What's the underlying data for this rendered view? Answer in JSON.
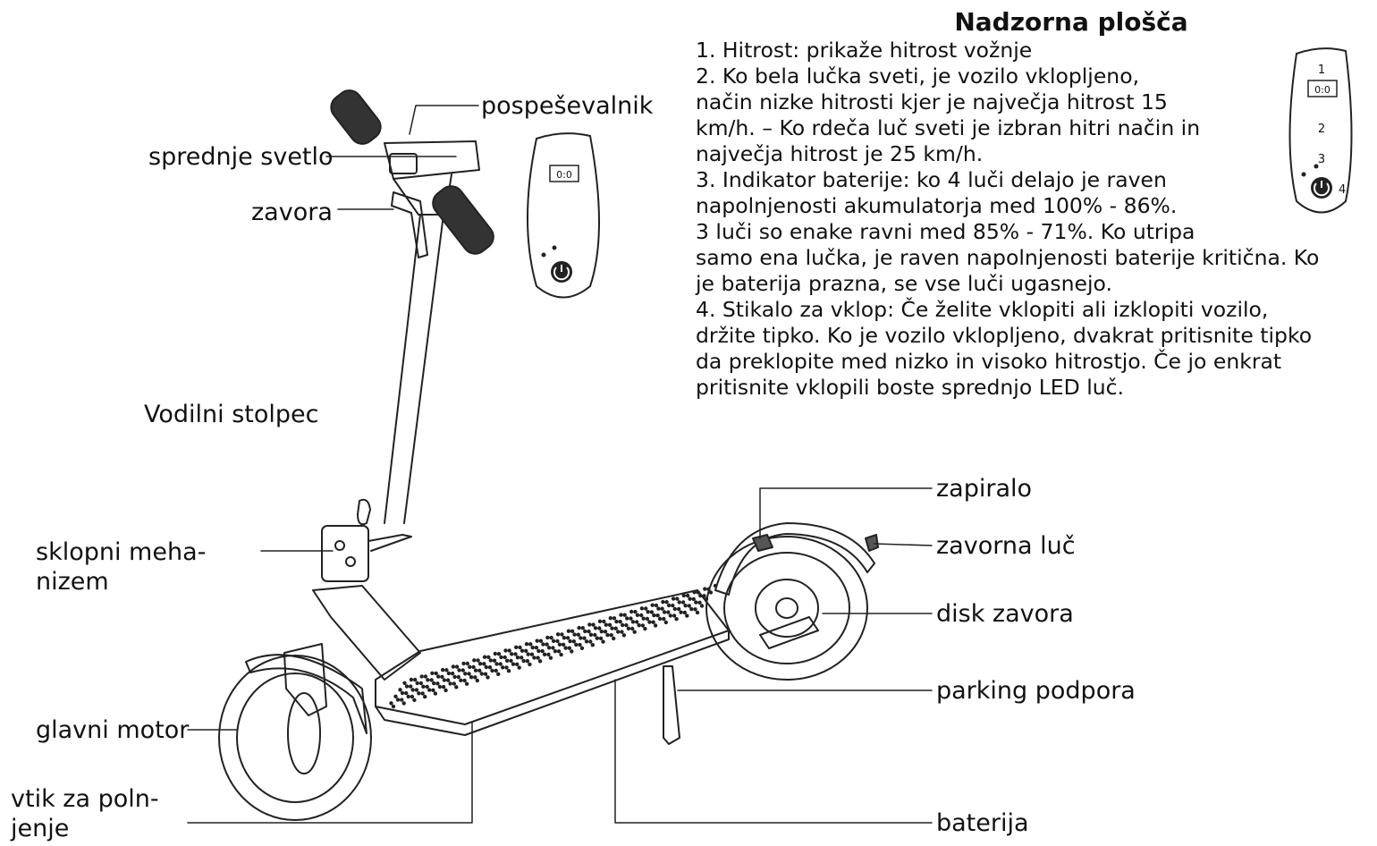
{
  "labels": {
    "throttle": "pospeševalnik",
    "front_light": "sprednje svetlo",
    "brake": "zavora",
    "steering_column": "Vodilni stolpec",
    "folding_mechanism": [
      "sklopni meha-",
      "nizem"
    ],
    "main_motor": "glavni motor",
    "charging_port": [
      "vtik za poln-",
      "jenje"
    ],
    "lock": "zapiralo",
    "brake_light": "zavorna luč",
    "disc_brake": "disk zavora",
    "kickstand": "parking podpora",
    "battery": "baterija"
  },
  "panel": {
    "title": "Nadzorna plošča",
    "lines": [
      "1. Hitrost: prikaže hitrost vožnje",
      "2. Ko bela lučka sveti, je vozilo vklopljeno,",
      "način nizke hitrosti kjer je največja hitrost 15",
      "km/h. – Ko rdeča luč sveti je izbran hitri način in",
      "največja hitrost je 25 km/h.",
      "3. Indikator baterije: ko 4 luči delajo je raven",
      "napolnjenosti akumulatorja med 100% - 86%.",
      "3 luči so enake ravni med 85% - 71%. Ko utripa",
      "samo ena lučka, je raven napolnjenosti baterije kritična. Ko",
      "je baterija prazna, se vse luči ugasnejo.",
      "4. Stikalo za vklop: Če želite vklopiti ali izklopiti vozilo,",
      "držite tipko. Ko je vozilo vklopljeno, dvakrat pritisnite tipko",
      "da preklopite med nizko in visoko hitrostjo. Če jo enkrat",
      "pritisnite vklopili boste sprednjo LED luč."
    ]
  },
  "dashboard": {
    "display_text": "0:0",
    "callouts": [
      "1",
      "2",
      "3",
      "4"
    ]
  }
}
